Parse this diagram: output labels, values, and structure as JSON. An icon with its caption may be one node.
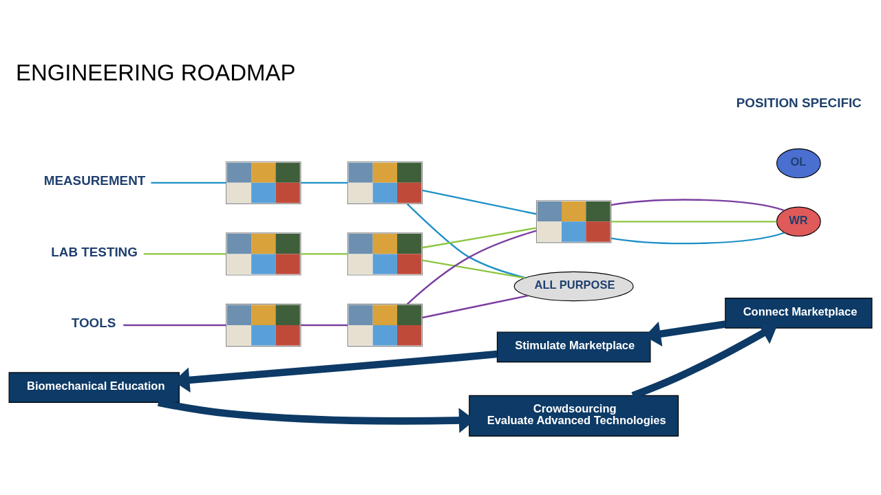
{
  "diagram": {
    "title": "ENGINEERING ROADMAP",
    "nodes": [
      {
        "text": [
          "Stimulate Marketplace"
        ]
      },
      {
        "text": [
          "Biomechanical Education"
        ]
      },
      {
        "text": [
          "Crowdsourcing",
          "Evaluate Advanced Technologies"
        ]
      },
      {
        "text": [
          "Connect Marketplace"
        ]
      },
      {
        "text": [
          "MEASUREMENT"
        ]
      },
      {
        "text": [],
        "shape": "picture"
      },
      {
        "text": [],
        "shape": "picture"
      },
      {
        "text": [
          "LAB TESTING"
        ]
      },
      {
        "text": [],
        "shape": "picture"
      },
      {
        "text": [],
        "shape": "picture"
      },
      {
        "text": [
          "TOOLS"
        ]
      },
      {
        "text": [],
        "shape": "picture"
      },
      {
        "text": [],
        "shape": "picture"
      },
      {
        "text": [],
        "shape": "picture"
      },
      {
        "text": [
          "WR"
        ]
      },
      {
        "text": [
          "OL"
        ]
      },
      {
        "text": [
          "ALL PURPOSE"
        ]
      }
    ],
    "edges": [
      {
        "from": 0,
        "to": 1,
        "arrow": "to",
        "style": "thick",
        "color": "#0d3a66"
      },
      {
        "from": 1,
        "to": 2,
        "arrow": "to",
        "style": "thick",
        "color": "#0d3a66"
      },
      {
        "from": 2,
        "to": 3,
        "arrow": "to",
        "style": "thick",
        "color": "#0d3a66"
      },
      {
        "from": 3,
        "to": 0,
        "arrow": "to",
        "style": "thick",
        "color": "#0d3a66"
      },
      {
        "from": 4,
        "to": 5,
        "arrow": "none",
        "color": "#1e90c8"
      },
      {
        "from": 5,
        "to": 6,
        "arrow": "none",
        "color": "#1e90c8"
      },
      {
        "from": 6,
        "to": 13,
        "arrow": "none",
        "color": "#1e90c8"
      },
      {
        "from": 7,
        "to": 8,
        "arrow": "none",
        "color": "#8cc63f"
      },
      {
        "from": 8,
        "to": 9,
        "arrow": "none",
        "color": "#8cc63f"
      },
      {
        "from": 9,
        "to": 13,
        "arrow": "none",
        "color": "#8cc63f"
      },
      {
        "from": 10,
        "to": 11,
        "arrow": "none",
        "color": "#7b3fa0"
      },
      {
        "from": 11,
        "to": 12,
        "arrow": "none",
        "color": "#7b3fa0"
      },
      {
        "from": 12,
        "to": 13,
        "arrow": "none",
        "color": "#7b3fa0"
      },
      {
        "from": 6,
        "to": 16,
        "arrow": "none",
        "color": "#1e90c8"
      },
      {
        "from": 9,
        "to": 16,
        "arrow": "none",
        "color": "#8cc63f"
      },
      {
        "from": 12,
        "to": 16,
        "arrow": "none",
        "color": "#7b3fa0"
      },
      {
        "from": 13,
        "to": 14,
        "arrow": "none",
        "color": "#1e90c8"
      },
      {
        "from": 13,
        "to": 14,
        "arrow": "none",
        "color": "#8cc63f"
      },
      {
        "from": 13,
        "to": 14,
        "arrow": "none",
        "color": "#7b3fa0"
      }
    ],
    "labels": [
      "POSITION SPECIFIC"
    ]
  }
}
